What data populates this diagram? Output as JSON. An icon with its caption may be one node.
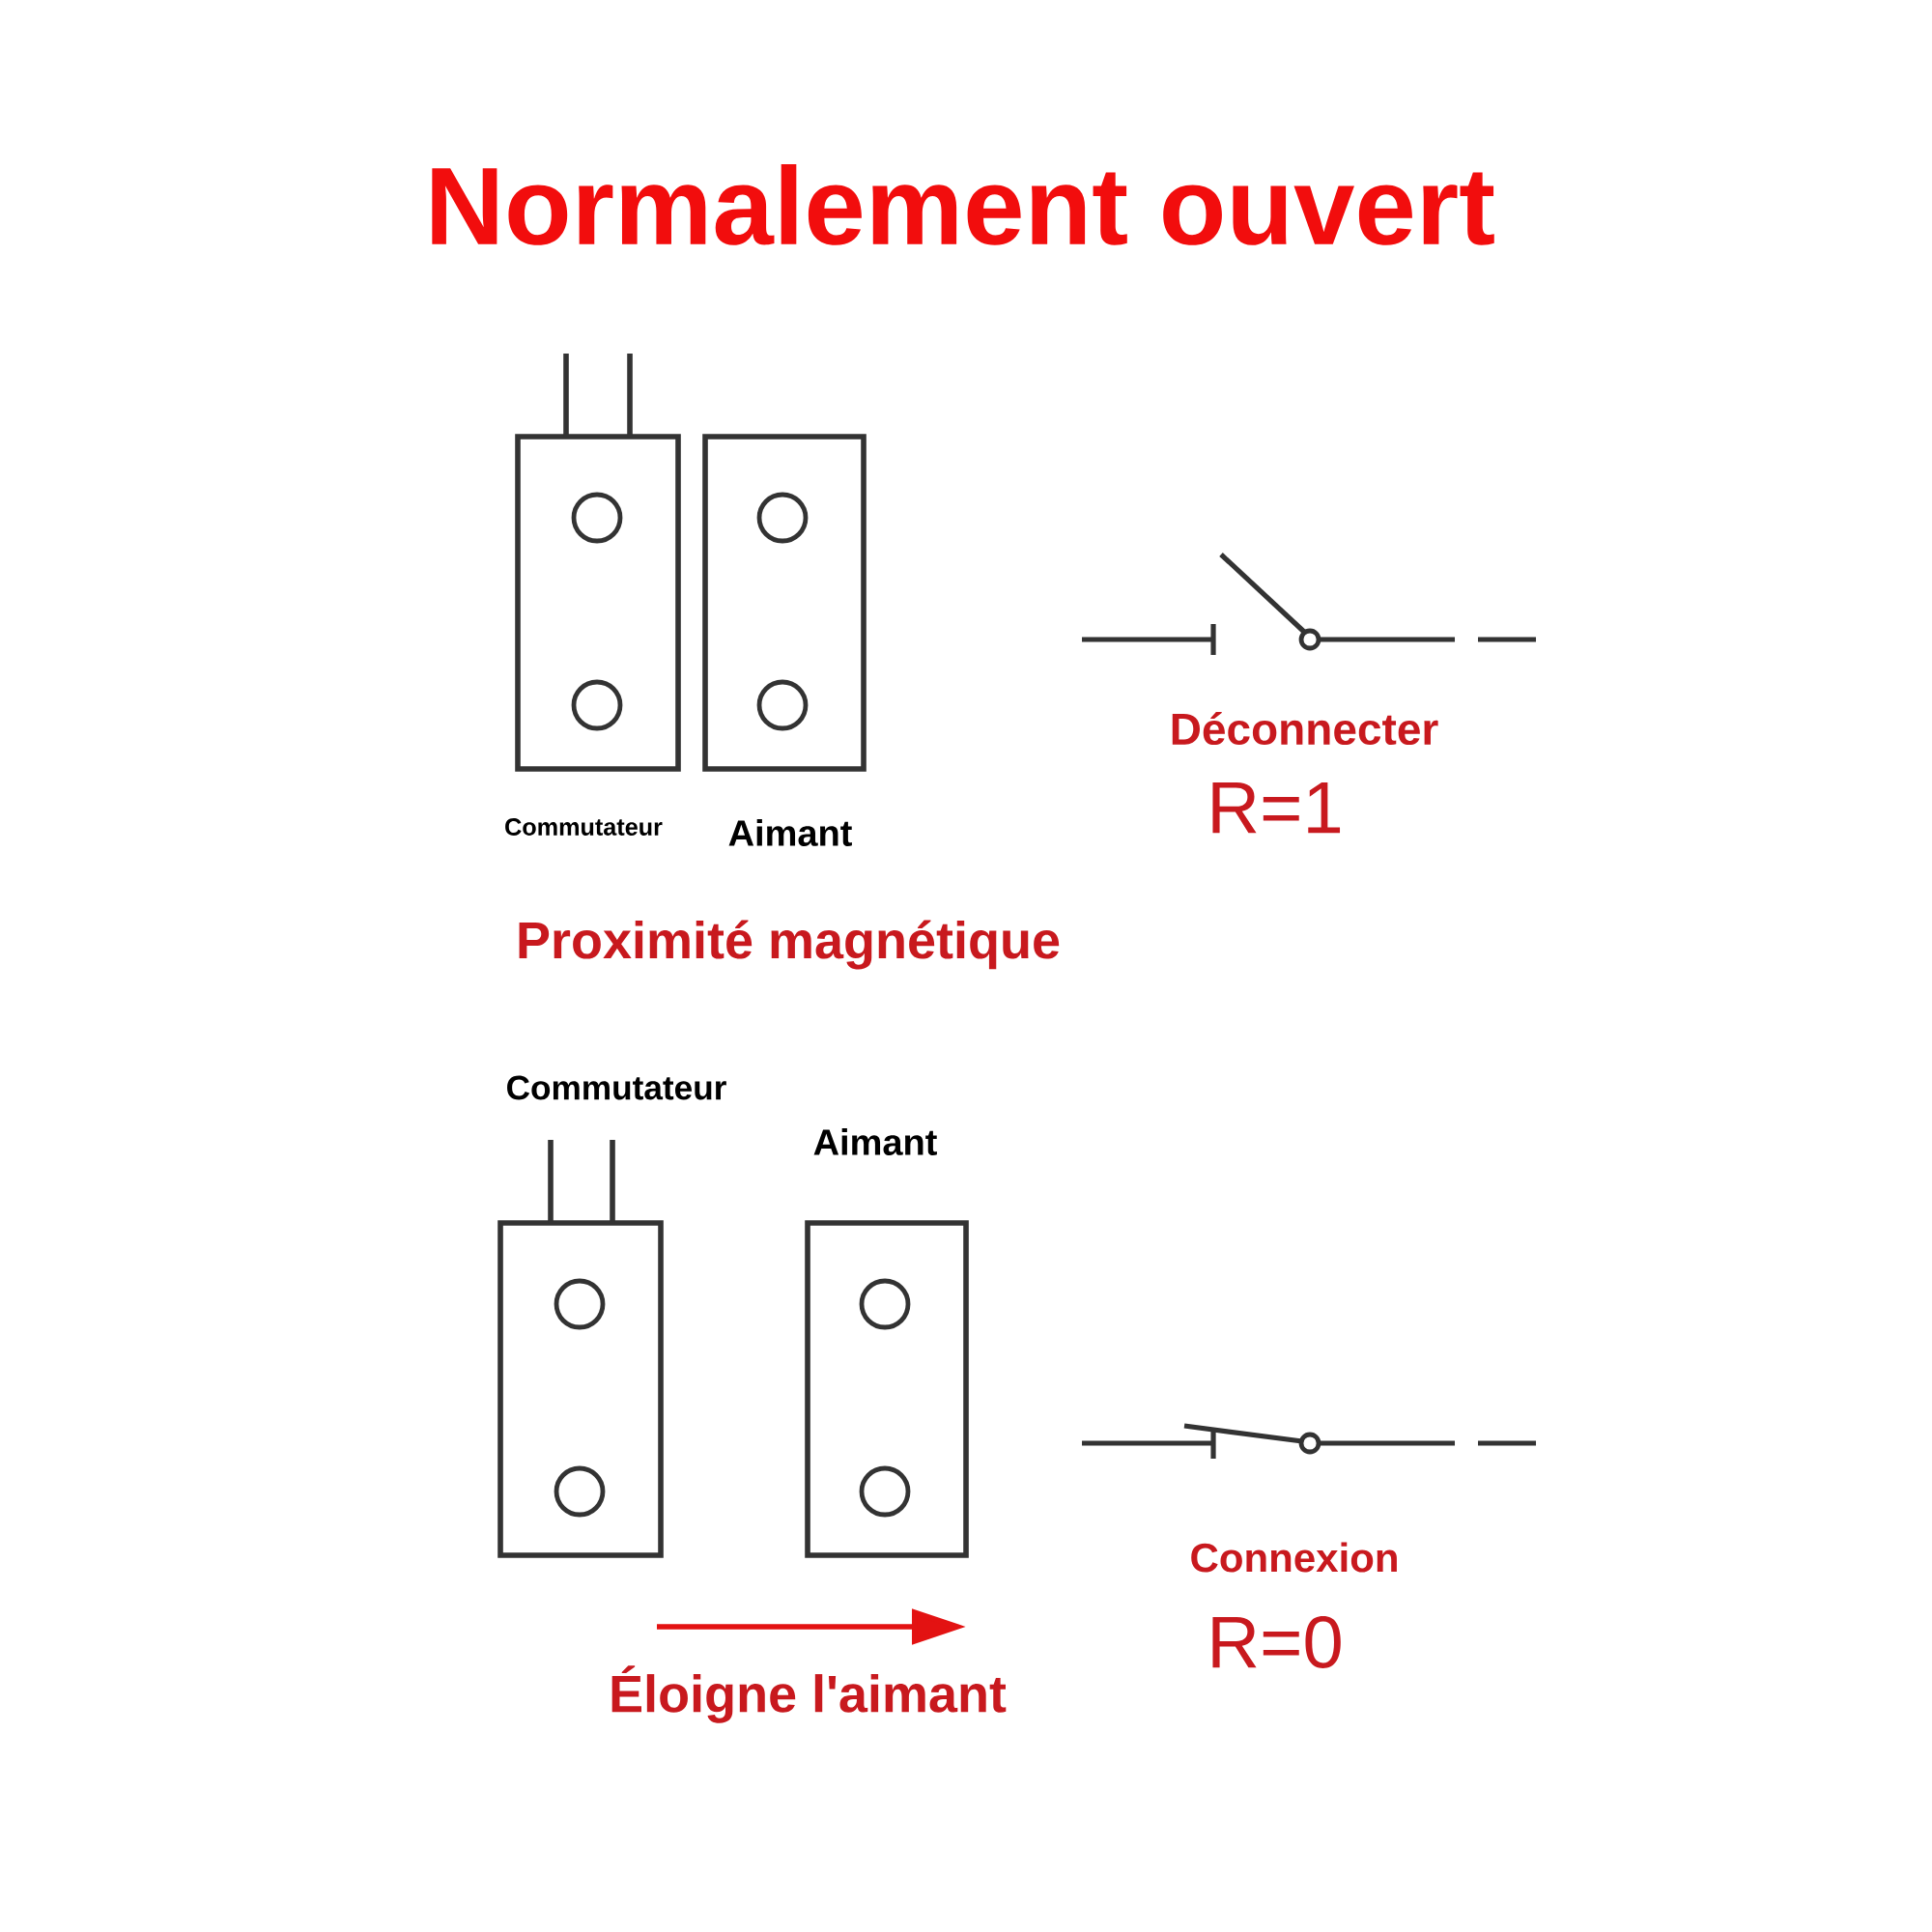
{
  "diagram": {
    "title": "Normalement ouvert",
    "labels": [
      "Commutateur",
      "Aimant",
      "Déconnecter",
      "R=1",
      "Proximité magnétique",
      "Commutateur",
      "Aimant",
      "Connexion",
      "R=0",
      "Éloigne l'aimant"
    ]
  }
}
